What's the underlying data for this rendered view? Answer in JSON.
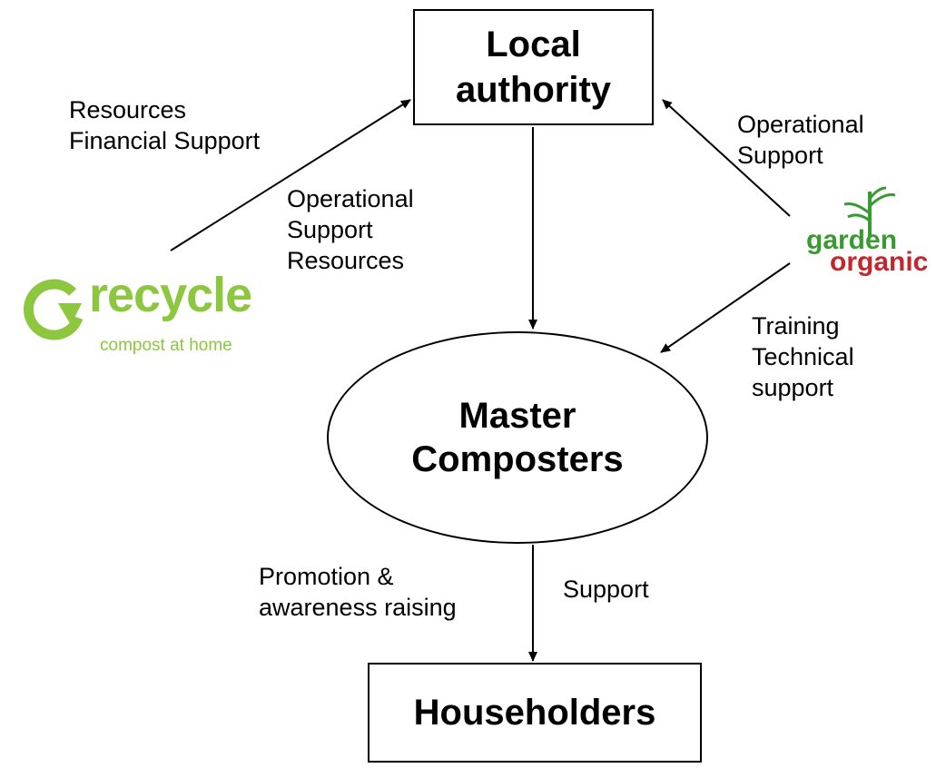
{
  "nodes": {
    "local_authority": [
      "Local",
      "authority"
    ],
    "master_composters": [
      "Master",
      "Composters"
    ],
    "householders": "Householders"
  },
  "labels": {
    "resources_financial": [
      "Resources",
      "Financial Support"
    ],
    "operational_support_resources": [
      "Operational",
      "Support",
      "Resources"
    ],
    "operational_support_right": [
      "Operational",
      "Support"
    ],
    "training_technical": [
      "Training",
      "Technical",
      "support"
    ],
    "promotion_awareness": [
      "Promotion &",
      "awareness raising"
    ],
    "support": "Support"
  },
  "logos": {
    "recycle": {
      "word": "recycle",
      "subtitle": "compost at home",
      "color": "#8dc63f"
    },
    "garden_organic": {
      "word1": "garden",
      "word2": "organic",
      "color1": "#3a9a32",
      "color2": "#c1272d"
    }
  }
}
